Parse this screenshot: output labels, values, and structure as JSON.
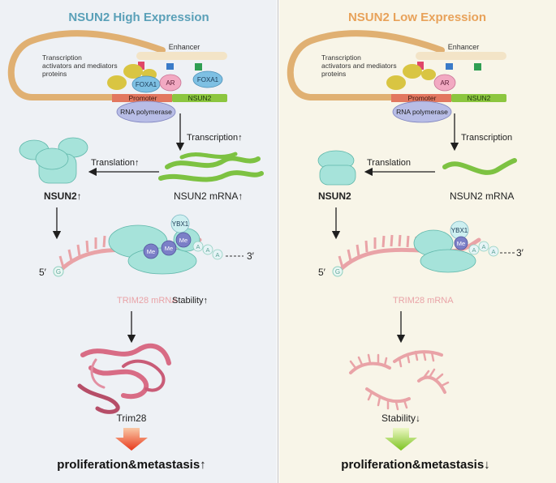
{
  "colors": {
    "left_bg": "#eef1f5",
    "right_bg": "#f8f5e8",
    "left_title": "#5aa0b8",
    "right_title": "#e8a25a",
    "loop": "#e0b072",
    "promoter": "#e2775f",
    "gene": "#8cc63f",
    "mrna_green": "#7dc242",
    "ribosome": "#a6e3da",
    "methyl": "#7b7fc7",
    "trim_pink": "#e9a3a7",
    "protein": "#d86c85"
  },
  "left": {
    "title": "NSUN2 High Expression",
    "enhancer": "Enhancer",
    "activators": "Transcription activators and mediators proteins",
    "foxa1_a": "FOXA1",
    "ar": "AR",
    "foxa1_b": "FOXA1",
    "promoter": "Promoter",
    "gene": "NSUN2",
    "polymerase": "RNA polymerase",
    "transcription": "Transcription↑",
    "translation": "Translation↑",
    "mrna": "NSUN2 mRNA↑",
    "protein": "NSUN2↑",
    "ybx1": "YBX1",
    "me1": "Me",
    "me2": "Me",
    "five_prime": "5′",
    "g": "G",
    "a1": "A",
    "a2": "A",
    "a3": "A",
    "three_prime": "3′",
    "trim_mrna": "TRIM28 mRNA",
    "stability": "Stability↑",
    "trim28": "Trim28",
    "outcome": "proliferation&metastasis↑"
  },
  "right": {
    "title": "NSUN2 Low Expression",
    "enhancer": "Enhancer",
    "activators": "Transcription activators and mediators proteins",
    "ar": "AR",
    "promoter": "Promoter",
    "gene": "NSUN2",
    "polymerase": "RNA polymerase",
    "transcription": "Transcription",
    "translation": "Translation",
    "mrna": "NSUN2 mRNA",
    "protein": "NSUN2",
    "ybx1": "YBX1",
    "me1": "Me",
    "five_prime": "5′",
    "g": "G",
    "a1": "A",
    "a2": "A",
    "a3": "A",
    "three_prime": "3′",
    "trim_mrna": "TRIM28 mRNA",
    "stability": "Stability↓",
    "outcome": "proliferation&metastasis↓"
  }
}
